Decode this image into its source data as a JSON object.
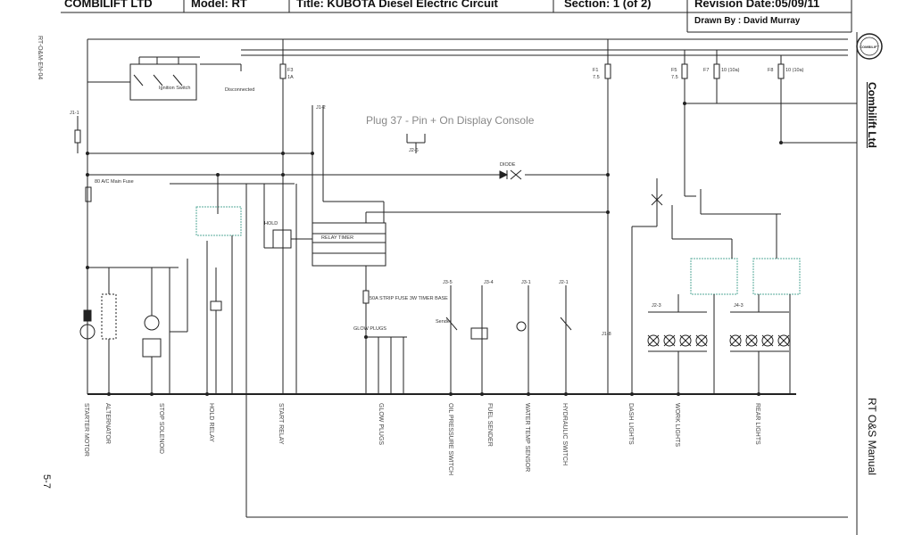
{
  "header": {
    "company": "COMBILIFT LTD",
    "model": "Model: RT",
    "title": "Title: KUBOTA Diesel Electric Circuit",
    "section": "Section: 1 (of 2)",
    "revision": "Revision Date:05/09/11",
    "drawn_by": "Drawn By : David Murray"
  },
  "sidebar": {
    "doc_code": "RT-O&M-EN-04",
    "page_number": "5-7",
    "company_name": "Combilift Ltd",
    "manual_name": "RT O&S Manual",
    "logo_text": "COMBILIFT"
  },
  "diagram": {
    "plug_label": "Plug 37 - Pin + On Display Console",
    "fuses": [
      {
        "id": "F3",
        "rating": "1A"
      },
      {
        "id": "F1",
        "rating": "7.5"
      },
      {
        "id": "F5",
        "rating": "7.5"
      },
      {
        "id": "F7",
        "rating": "10 (10a)"
      },
      {
        "id": "F8",
        "rating": "10 (10a)"
      }
    ],
    "labels": {
      "ignition_switch": "Ignition Switch",
      "disconnected": "Disconnected",
      "main_fuse": "80 A/C Main Fuse",
      "glow_plugs": "GLOW PLUGS",
      "strip_fuse": "50A STRIP FUSE 3W TIMER BASE",
      "relay_timer": "RELAY TIMER",
      "hold": "HOLD",
      "j1_1": "J1-1",
      "j1_2": "J1-2",
      "j2_6": "J2-6",
      "j1_8": "J1-8",
      "j3_5": "J3-5",
      "j3_4": "J3-4",
      "j3_1": "J3-1",
      "j2_1": "J2-1",
      "j2_3": "J2-3",
      "j4_3": "J4-3",
      "diode": "DIODE",
      "sender": "Sender"
    },
    "bottom_labels": [
      "STARTER MOTOR",
      "ALTERNATOR",
      "STOP SOLENOID",
      "HOLD RELAY",
      "START RELAY",
      "GLOW PLUGS",
      "OIL PRESSURE SWITCH",
      "FUEL SENDER",
      "WATER TEMP SENSOR",
      "HYDRAULIC SWITCH",
      "DASH LIGHTS",
      "WORK LIGHTS",
      "REAR LIGHTS"
    ]
  }
}
